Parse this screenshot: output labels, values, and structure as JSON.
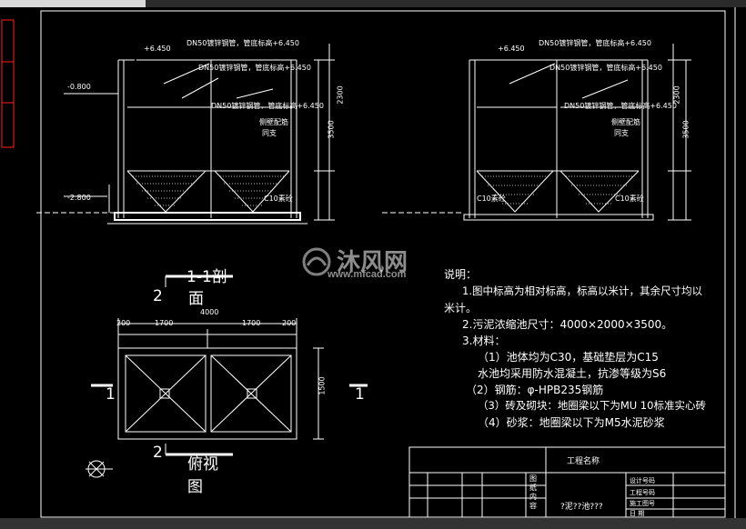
{
  "section_title": "1-1剖",
  "section_title_2": "面",
  "plan_title": "俯视",
  "plan_title_2": "图",
  "section_marker": "2",
  "cut_marker": "1",
  "pipe_label_1": "DN50镀锌钢管，管底标高+6.450",
  "pipe_label_2": "DN50镀锌钢管，管底标高+6.450",
  "pipe_label_3": "DN50镀锌钢管，管底标高+6.450",
  "pipe_label_r1": "DN50镀锌钢管，管底标高+6.450",
  "pipe_label_r2": "DN50镀锌钢管，管底标高+6.450",
  "pipe_label_r3": "DN50镀锌钢管，管底标高+6.450",
  "wall_label": "侧壁配筋",
  "wall_label_2": "同支",
  "c10_label": "C10素砼",
  "dim_3500": "3500",
  "dim_2300": "2300",
  "dim_4000": "4000",
  "dim_1700": "1700",
  "dim_200": "200",
  "dim_1500": "1500",
  "elev_top": "+6.450",
  "elev_mid": "-0.800",
  "elev_low": "-2.800",
  "notes": {
    "heading": "说明：",
    "line1": "1.图中标高为相对标高，标高以米计，其余尺寸均以",
    "line1b": "米计。",
    "line2": "2.污泥浓缩池尺寸：4000×2000×3500。",
    "line3": "3.材料：",
    "line4": "（1）池体均为C30，基础垫层为C15",
    "line5": "水池均采用防水混凝土，抗渗等级为S6",
    "line6": "（2）钢筋：φ-HPB235钢筋",
    "line7": "（3）砖及砌块：地圈梁以下为MU 10标准实心砖",
    "line8": "（4）砂浆：地圈梁以下为M5水泥砂浆"
  },
  "title_block": {
    "project_label": "工程名称",
    "drawing_label": "图纸内容",
    "drawing_name": "?泥??池???",
    "design_no": "设计号码",
    "project_no": "工程号码",
    "drawing_no": "施工图号",
    "date": "日 期"
  },
  "watermark": {
    "brand": "沐风网",
    "url": "www.mfcad.com"
  },
  "colors": {
    "background": "#000000",
    "lines": "#ffffff",
    "stamp": "#ff2020"
  }
}
